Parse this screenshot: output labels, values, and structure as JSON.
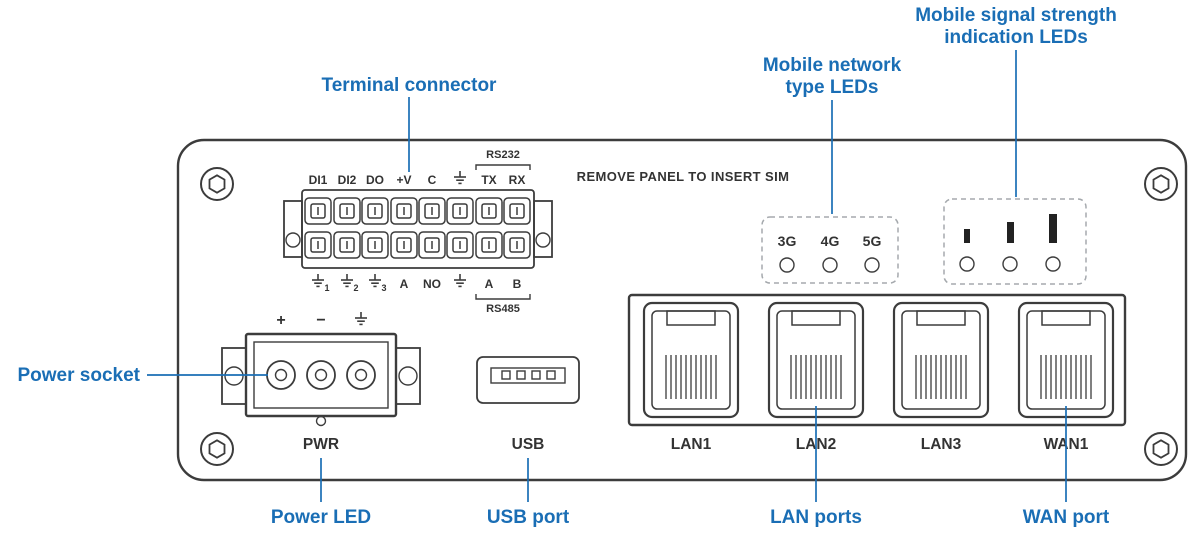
{
  "colors": {
    "accent": "#1a6eb5",
    "outline": "#3c3c3c"
  },
  "callouts": {
    "terminal_connector": "Terminal connector",
    "mobile_network_line1": "Mobile network",
    "mobile_network_line2": "type LEDs",
    "mobile_signal_line1": "Mobile signal strength",
    "mobile_signal_line2": "indication LEDs",
    "power_socket": "Power socket",
    "power_led": "Power LED",
    "usb_port": "USB port",
    "lan_ports": "LAN ports",
    "wan_port": "WAN port"
  },
  "panel": {
    "sim_note": "REMOVE PANEL TO INSERT SIM",
    "terminal": {
      "top_labels": [
        "DI1",
        "DI2",
        "DO",
        "+V",
        "C",
        "⏚",
        "TX",
        "RX"
      ],
      "bottom_labels": [
        "⏚1",
        "⏚2",
        "⏚3",
        "A",
        "NO",
        "⏚",
        "A",
        "B"
      ],
      "ground_subscripts": [
        "1",
        "2",
        "3"
      ],
      "serial_top": "RS232",
      "serial_bottom": "RS485"
    },
    "network_type_leds": [
      "3G",
      "4G",
      "5G"
    ],
    "power_pin_labels": {
      "plus": "+",
      "minus": "−"
    },
    "pwr_label": "PWR",
    "usb_label": "USB",
    "eth_labels": [
      "LAN1",
      "LAN2",
      "LAN3",
      "WAN1"
    ]
  }
}
